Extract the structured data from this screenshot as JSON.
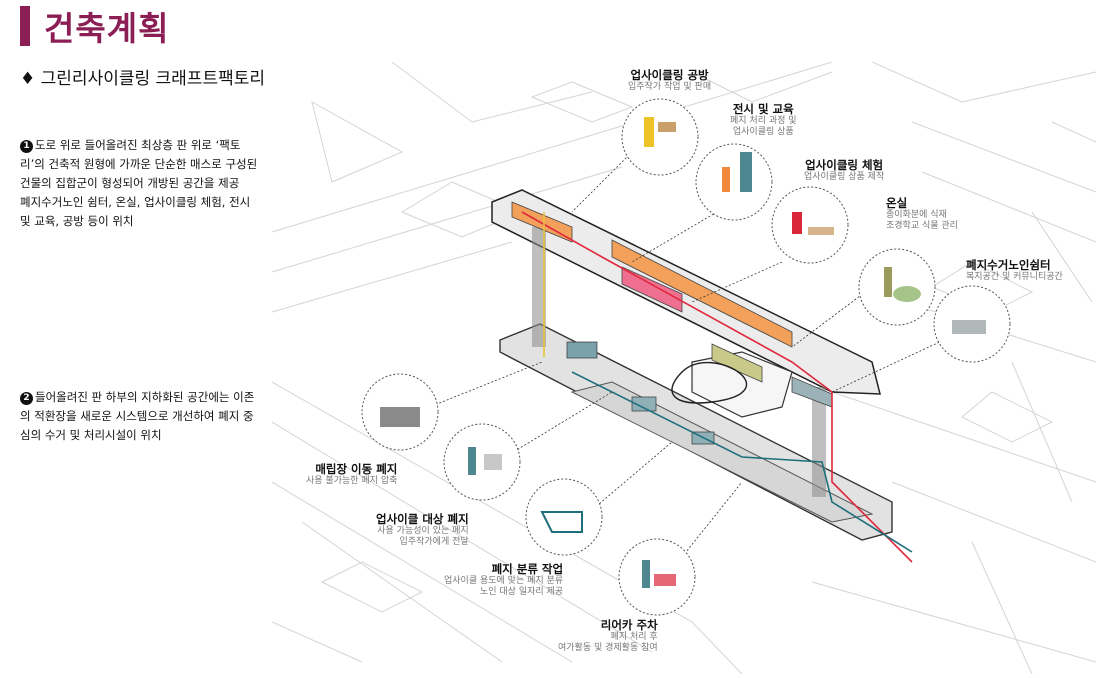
{
  "header": {
    "title": "건축계획",
    "subtitle": "♦ 그린리사이클링 크래프트팩토리"
  },
  "section1": {
    "num": "1",
    "text": "도로 위로 들어올려진 최상층 판 위로 ‘팩토리’의 건축적 원형에 가까운 단순한 매스로 구성된 건물의 집합군이 형성되어 개방된 공간을 제공",
    "text2": "폐지수거노인 쉼터, 온실, 업사이클링 체험, 전시 및 교육, 공방 등이 위치"
  },
  "section2": {
    "num": "2",
    "text": "들어올려진 판 하부의 지하화된 공간에는 이존의 적환장을 새로운 시스템으로 개선하여 폐지 중심의 수거 및 처리시설이 위치"
  },
  "labels": {
    "workshop": {
      "title": "업사이클링 공방",
      "desc": "입주작가 작업 및 판매"
    },
    "exhibition": {
      "title": "전시 및 교육",
      "desc1": "폐지 처리 과정 및",
      "desc2": "업사이클링 상품"
    },
    "experience": {
      "title": "업사이클링 체험",
      "desc": "업사이클링 상품 제작"
    },
    "greenhouse": {
      "title": "온실",
      "desc1": "종이화분에 식재",
      "desc2": "조경학교 식물 관리"
    },
    "shelter": {
      "title": "폐지수거노인쉼터",
      "desc": "복지공간 및 커뮤니티공간"
    },
    "landfill": {
      "title": "매립장 이동 폐지",
      "desc": "사용 불가능한 폐지 압축"
    },
    "upcycle_target": {
      "title": "업사이클 대상 폐지",
      "desc1": "사용 가능성이 있는 폐지",
      "desc2": "입주작가에게 전달"
    },
    "sorting": {
      "title": "폐지 분류 작업",
      "desc1": "업사이클 용도에 맞는 폐지 분류",
      "desc2": "노인 대상 일자리 제공"
    },
    "parking": {
      "title": "리어카 주차",
      "desc1": "폐지 처리 후",
      "desc2": "여가활동 및 경제활동 참여"
    }
  },
  "colors": {
    "accent": "#8b1e54",
    "route_red": "#e0283c",
    "route_teal": "#1d6f7a",
    "route_yellow": "#e8c23a",
    "roof_orange": "#f2a05a",
    "roof_pink": "#ee6f8f",
    "roof_olive": "#c9c98a",
    "figure_teal": "#4f8790",
    "figure_yellow": "#f0c22a",
    "figure_orange": "#f08a3a",
    "figure_red": "#d8283a",
    "figure_olive": "#9a9a5a"
  }
}
